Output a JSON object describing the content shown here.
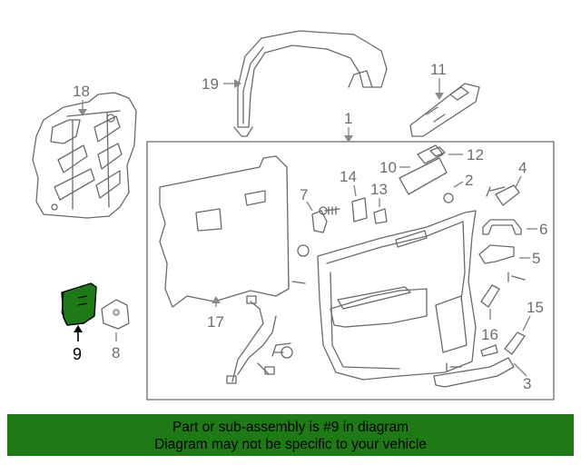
{
  "diagram": {
    "callouts": {
      "c1": "1",
      "c2": "2",
      "c3": "3",
      "c4": "4",
      "c5": "5",
      "c6": "6",
      "c7": "7",
      "c8": "8",
      "c9": "9",
      "c10": "10",
      "c11": "11",
      "c12": "12",
      "c13": "13",
      "c14": "14",
      "c15": "15",
      "c16": "16",
      "c17": "17",
      "c18": "18",
      "c19": "19"
    },
    "highlight_part": "9",
    "colors": {
      "highlight": "#1d7a15",
      "line": "#6b6b6b",
      "banner": "#1d7a15"
    }
  },
  "banner": {
    "line1": "Part or sub-assembly is #9 in diagram",
    "line2": "Diagram may not be specific to your vehicle"
  }
}
